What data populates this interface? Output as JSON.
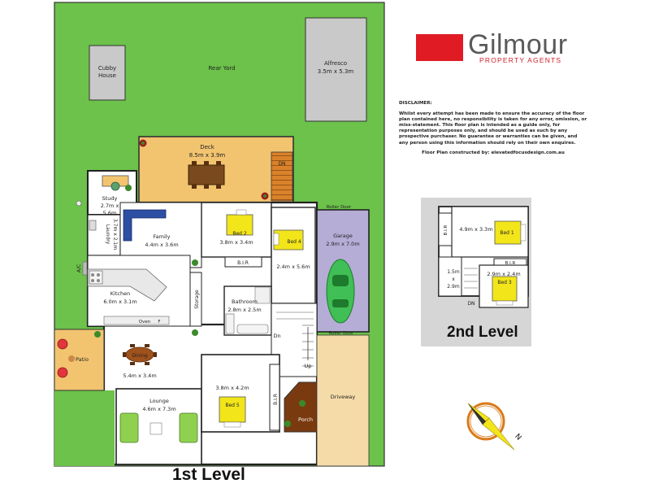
{
  "brand": {
    "name": "Gilmour",
    "tagline": "PROPERTY AGENTS",
    "red": "#e01b24",
    "grey": "#5a5a5a"
  },
  "disclaimer": {
    "heading": "DISCLAIMER:",
    "body": "Whilst every attempt has been made to ensure the accuracy of the floor plan contained here, no responsibility is taken for any error, omission, or miss-statement. This floor plan is intended as a guide only, for representation purposes only, and should be used as such by any prospective purchaser. No guarantee or warranties can be given, and any person using this information should rely on their own enquires.",
    "credit": "Floor Plan constructed by: elevatedfocusdesign.com.au"
  },
  "levels": {
    "first": "1st Level",
    "second": "2nd Level"
  },
  "yard": {
    "rear_yard": "Rear Yard",
    "cubby_line1": "Cubby",
    "cubby_line2": "House",
    "alfresco": "Alfresco",
    "alfresco_dims": "3.5m x 5.3m"
  },
  "rooms": {
    "deck": {
      "label": "Deck",
      "dims": "8.5m x 3.9m"
    },
    "deck_stair": "DN",
    "study": {
      "label": "Study",
      "dims_line1": "2.7m x",
      "dims_line2": "5.6m"
    },
    "laundry": {
      "label": "Laundry",
      "dims": "3.7m x 2.1m"
    },
    "ac": "A/C",
    "family": {
      "label": "Family",
      "dims": "4.4m x 3.6m"
    },
    "bed2": {
      "label": "Bed 2",
      "dims": "3.8m x 3.4m"
    },
    "bir_bed2": "B.I.R",
    "bed4": {
      "label": "Bed 4",
      "dims": "2.4m x 5.6m"
    },
    "garage": {
      "label": "Garage",
      "dims": "2.9m x 7.0m"
    },
    "roller_door": "Roller Door",
    "kitchen": {
      "label": "Kitchen",
      "dims": "6.0m x 3.1m"
    },
    "oven": "Oven",
    "fridge": "F",
    "storage": "Storage",
    "bathroom": {
      "label": "Bathroom",
      "dims": "2.8m x 2.5m"
    },
    "stair_dn": "Dn",
    "stair_up": "Up",
    "patio": "Patio",
    "dining": {
      "label": "Dining",
      "dims": "5.4m x 3.4m"
    },
    "lounge": {
      "label": "Lounge",
      "dims": "4.6m x 7.3m"
    },
    "bed5": {
      "label": "Bed 5",
      "dims": "3.8m x 4.2m"
    },
    "bir_bed5": "B.I.R",
    "porch": "Porch",
    "driveway": "Driveway"
  },
  "level2": {
    "bed1": {
      "label": "Bed 1",
      "dims": "4.9m x 3.3m"
    },
    "bir_bed1": "B.I.R",
    "bed3": {
      "label": "Bed 3",
      "dims": "2.9m x 2.4m"
    },
    "bir_bed3": "B.I.R",
    "landing_line1": "1.5m",
    "landing_line2": "x",
    "landing_line3": "2.9m",
    "stair": "DN"
  },
  "compass": {
    "north": "N"
  }
}
